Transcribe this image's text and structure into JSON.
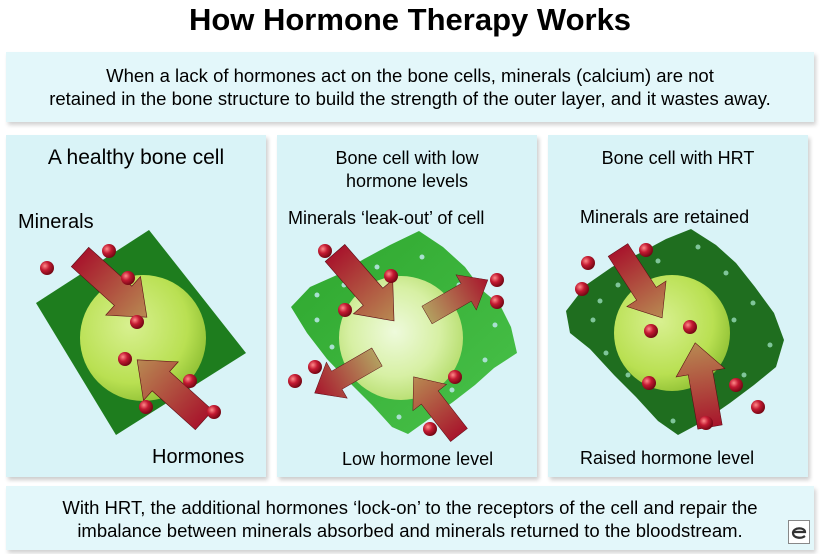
{
  "title": "How Hormone Therapy Works",
  "intro": {
    "line1": "When a lack of hormones act on the bone cells, minerals (calcium) are not",
    "line2": "retained in the bone structure to build the strength of the outer layer, and it wastes away."
  },
  "panels": [
    {
      "title": "A healthy bone cell",
      "label_top": "Minerals",
      "label_bottom": "Hormones"
    },
    {
      "title_line1": "Bone cell with low",
      "title_line2": "hormone levels",
      "label_top": "Minerals ‘leak-out’ of cell",
      "label_bottom": "Low hormone level"
    },
    {
      "title": "Bone cell with HRT",
      "label_top": "Minerals are retained",
      "label_bottom": "Raised hormone level"
    }
  ],
  "conclusion": {
    "line1": "With HRT, the additional hormones ‘lock-on’ to the receptors of the cell and repair the",
    "line2": "imbalance between minerals absorbed and minerals returned to the bloodstream."
  },
  "logo_icon": "publisher-logo-icon",
  "colors": {
    "outer_cell_healthy": "#1e7d1e",
    "outer_cell_low": "#38b838",
    "outer_cell_hrt": "#1f6e1f",
    "nucleus": "#b9e052",
    "mineral": "#b3102a",
    "arrow": "#a33030",
    "panel_bg": "#d9f3f7"
  }
}
